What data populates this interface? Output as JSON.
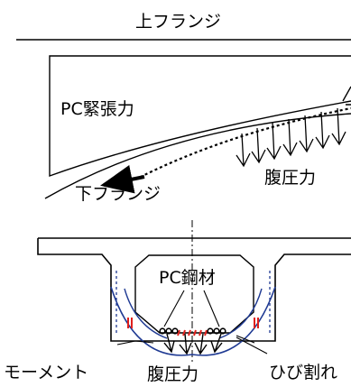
{
  "labels": {
    "upper_flange": "上フランジ",
    "pc_tension": "PC緊張力",
    "lower_flange": "下フランジ",
    "web_pressure_top": "腹圧力",
    "pc_steel": "PC鋼材",
    "moment": "モーメント",
    "web_pressure_bottom": "腹圧力",
    "cracks": "ひび割れ"
  },
  "colors": {
    "line": "#000000",
    "tendon_blue": "#1f3a93",
    "crack_red": "#e0201c"
  }
}
